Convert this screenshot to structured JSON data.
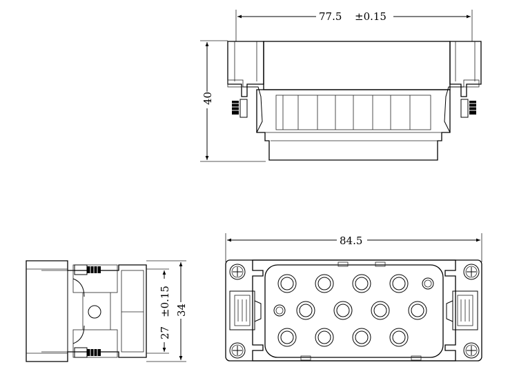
{
  "dimensions": {
    "top_width": "77.5",
    "top_width_tol": "±0.15",
    "top_height": "40",
    "front_width": "84.5",
    "side_inner": "27",
    "side_inner_tol": "±0.15",
    "side_height": "34"
  },
  "pin_layout": {
    "rows": [
      4,
      4,
      4
    ],
    "small_holes": 2
  }
}
